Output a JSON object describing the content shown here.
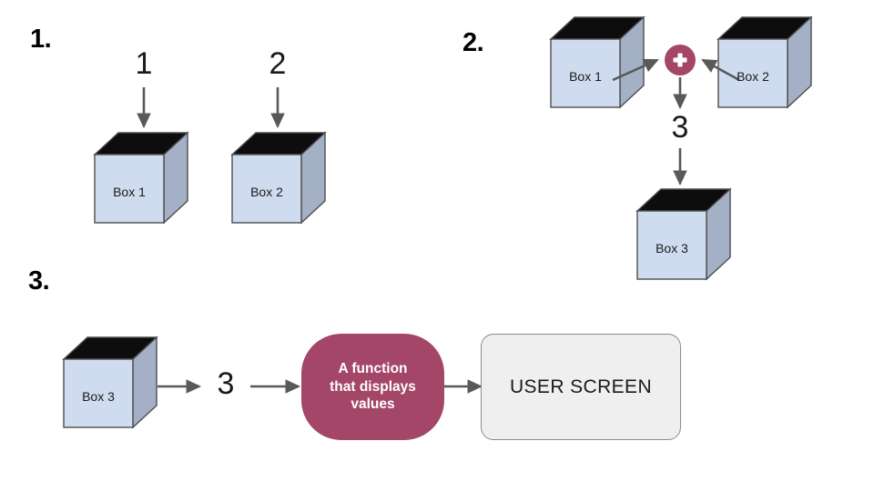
{
  "diagram": {
    "title_steps": [
      "1.",
      "2.",
      "3."
    ],
    "background_color": "#ffffff",
    "palette": {
      "cube_front": "#cfdcf0",
      "cube_side": "#a4b0c6",
      "cube_top": "#0d0d0d",
      "cube_stroke": "#4d4d4d",
      "arrow": "#595959",
      "accent_maroon": "#a34668",
      "screen_fill": "#efefef",
      "screen_stroke": "#8c8c8c",
      "text": "#1a1a1a"
    }
  },
  "steps": [
    {
      "id": "step-1",
      "label": "1.",
      "inputs": [
        {
          "value": "1",
          "target": "Box 1"
        },
        {
          "value": "2",
          "target": "Box 2"
        }
      ],
      "boxes": [
        {
          "caption": "Box 1"
        },
        {
          "caption": "Box 2"
        }
      ]
    },
    {
      "id": "step-2",
      "label": "2.",
      "boxes": [
        {
          "caption": "Box 1"
        },
        {
          "caption": "Box 2"
        },
        {
          "caption": "Box 3"
        }
      ],
      "operator": {
        "symbol": "+",
        "name": "plus-operator"
      },
      "result_value": "3"
    },
    {
      "id": "step-3",
      "label": "3.",
      "boxes": [
        {
          "caption": "Box 3"
        }
      ],
      "flow_value": "3",
      "function_node": {
        "lines": [
          "A function",
          "that displays",
          "values"
        ],
        "text": "A function that displays values"
      },
      "output_node": {
        "text": "USER SCREEN"
      }
    }
  ]
}
